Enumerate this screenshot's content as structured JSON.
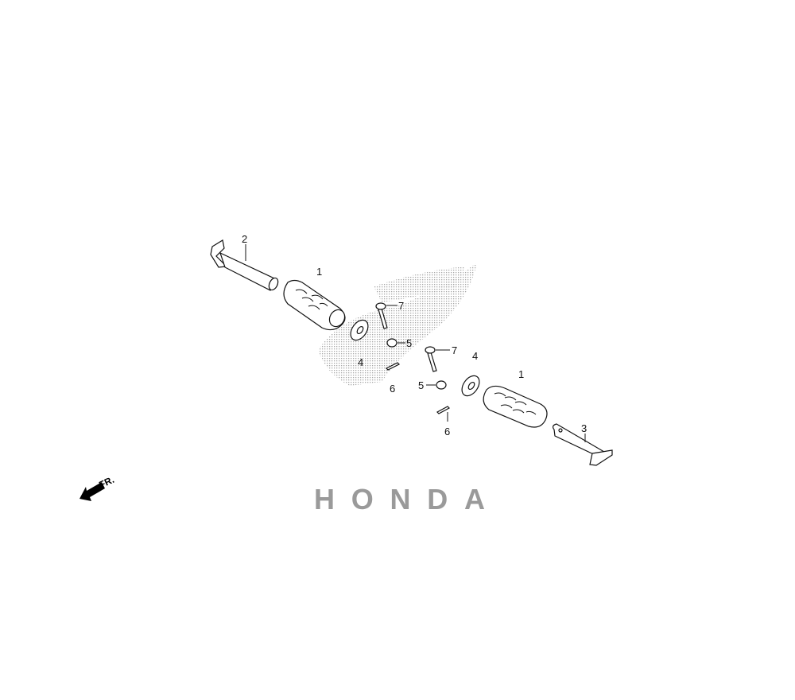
{
  "diagram": {
    "watermark_text": "HONDA",
    "direction_indicator": "FR.",
    "callouts": {
      "peg_pipe": "2",
      "rubber_left": "1",
      "bolt_upper": "7",
      "nut_upper": "5",
      "washer_left": "4",
      "pin_left": "6",
      "bolt_lower": "7",
      "washer_right": "4",
      "nut_lower": "5",
      "rubber_right": "1",
      "pin_right": "6",
      "peg_plate": "3"
    }
  },
  "colors": {
    "line": "#111111",
    "watermark": "#9a9a9a"
  }
}
